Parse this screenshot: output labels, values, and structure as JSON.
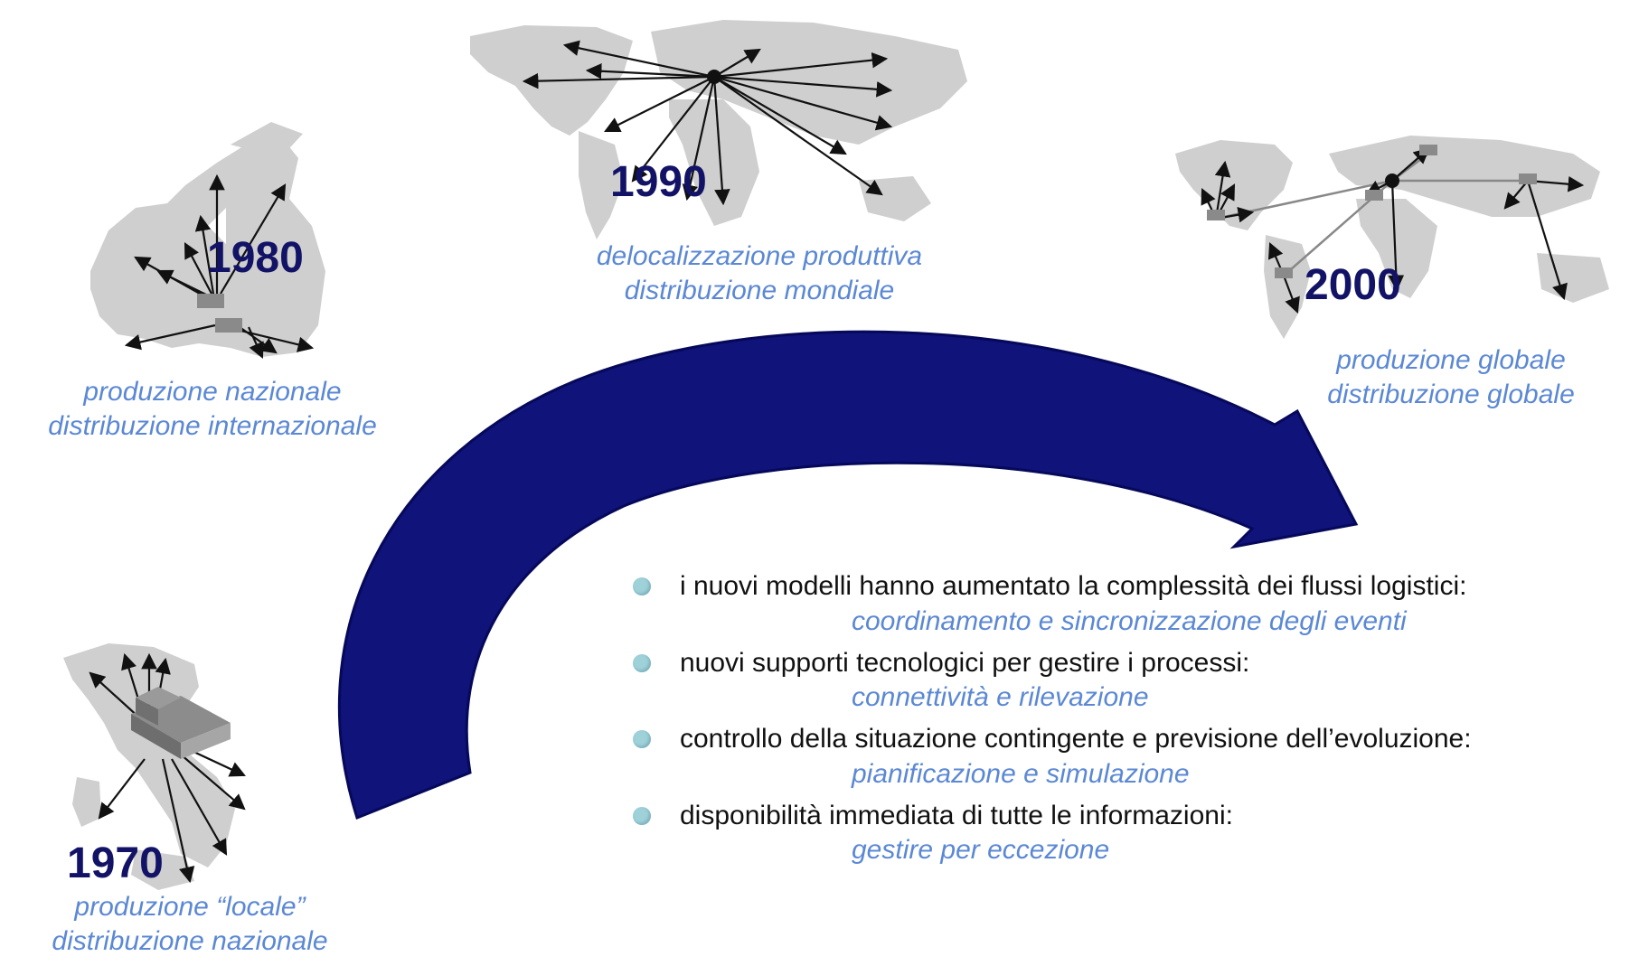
{
  "stages": [
    {
      "year": "1970",
      "caption_line1": "produzione “locale”",
      "caption_line2": "distribuzione nazionale"
    },
    {
      "year": "1980",
      "caption_line1": "produzione nazionale",
      "caption_line2": "distribuzione internazionale"
    },
    {
      "year": "1990",
      "caption_line1": "delocalizzazione produttiva",
      "caption_line2": "distribuzione mondiale"
    },
    {
      "year": "2000",
      "caption_line1": "produzione globale",
      "caption_line2": "distribuzione globale"
    }
  ],
  "bullets": [
    {
      "text": "i nuovi modelli hanno aumentato la complessità dei flussi logistici:",
      "sub": "coordinamento e sincronizzazione degli eventi"
    },
    {
      "text": "nuovi supporti tecnologici per gestire i processi:",
      "sub": "connettività e rilevazione"
    },
    {
      "text": "controllo della situazione contingente e previsione dell’evoluzione:",
      "sub": "pianificazione e simulazione"
    },
    {
      "text": "disponibilità immediata di tutte le informazioni:",
      "sub": "gestire per eccezione"
    }
  ],
  "colors": {
    "arrow": "#0f137a",
    "year": "#121366",
    "caption": "#5b88d4",
    "bullet_dot": "#9fd1d9",
    "map": "#cfcfcf"
  }
}
